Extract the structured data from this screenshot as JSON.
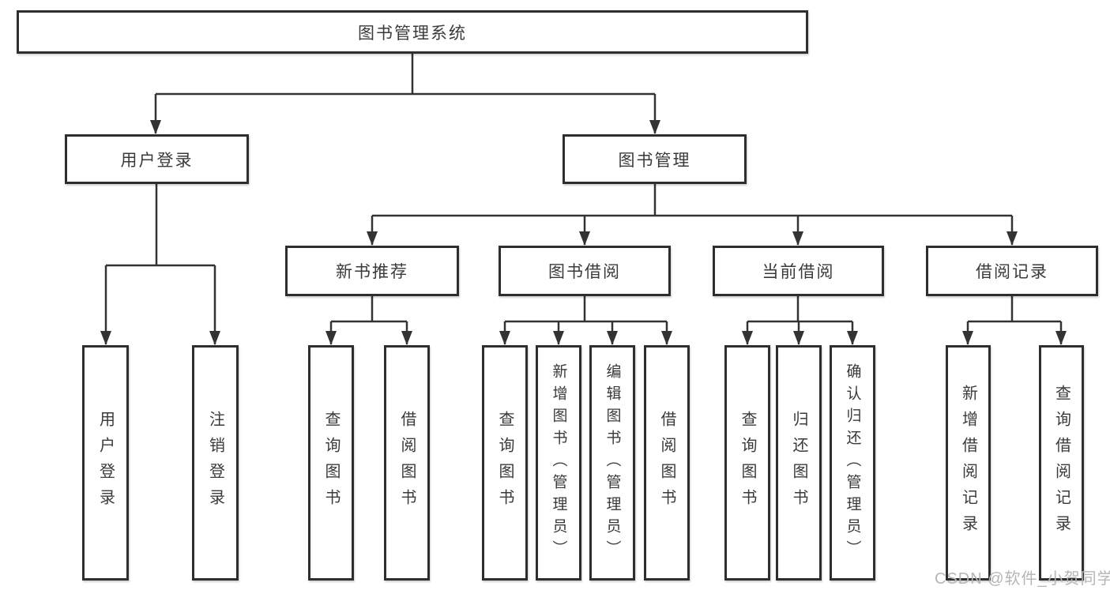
{
  "diagram": {
    "title": "图书管理系统",
    "watermark": "CSDN @软件_小贺同学",
    "colors": {
      "line": "#333333",
      "box_border": "#2e2e2e",
      "text": "#3a3a3a",
      "watermark": "#b6b6b6",
      "background": "#ffffff"
    },
    "nodes": {
      "root": {
        "label": "图书管理系统"
      },
      "login": {
        "label": "用户登录"
      },
      "book_mgmt": {
        "label": "图书管理"
      },
      "new_book": {
        "label": "新书推荐"
      },
      "book_borrow": {
        "label": "图书借阅"
      },
      "current_borrow": {
        "label": "当前借阅"
      },
      "borrow_records": {
        "label": "借阅记录"
      },
      "user_login": {
        "label": "用户登录"
      },
      "logout": {
        "label": "注销登录"
      },
      "nb_query": {
        "label": "查询图书"
      },
      "nb_borrow": {
        "label": "借阅图书"
      },
      "bb_query": {
        "label": "查询图书"
      },
      "bb_add": {
        "label": "新增图书（管理员）"
      },
      "bb_edit": {
        "label": "编辑图书（管理员）"
      },
      "bb_borrow": {
        "label": "借阅图书"
      },
      "cb_query": {
        "label": "查询图书"
      },
      "cb_return": {
        "label": "归还图书"
      },
      "cb_confirm": {
        "label": "确认归还（管理员）"
      },
      "rec_add": {
        "label": "新增借阅记录"
      },
      "rec_query": {
        "label": "查询借阅记录"
      }
    },
    "edges": [
      [
        "root",
        "login"
      ],
      [
        "root",
        "book_mgmt"
      ],
      [
        "login",
        "user_login"
      ],
      [
        "login",
        "logout"
      ],
      [
        "book_mgmt",
        "new_book"
      ],
      [
        "book_mgmt",
        "book_borrow"
      ],
      [
        "book_mgmt",
        "current_borrow"
      ],
      [
        "book_mgmt",
        "borrow_records"
      ],
      [
        "new_book",
        "nb_query"
      ],
      [
        "new_book",
        "nb_borrow"
      ],
      [
        "book_borrow",
        "bb_query"
      ],
      [
        "book_borrow",
        "bb_add"
      ],
      [
        "book_borrow",
        "bb_edit"
      ],
      [
        "book_borrow",
        "bb_borrow"
      ],
      [
        "current_borrow",
        "cb_query"
      ],
      [
        "current_borrow",
        "cb_return"
      ],
      [
        "current_borrow",
        "cb_confirm"
      ],
      [
        "borrow_records",
        "rec_add"
      ],
      [
        "borrow_records",
        "rec_query"
      ]
    ]
  }
}
